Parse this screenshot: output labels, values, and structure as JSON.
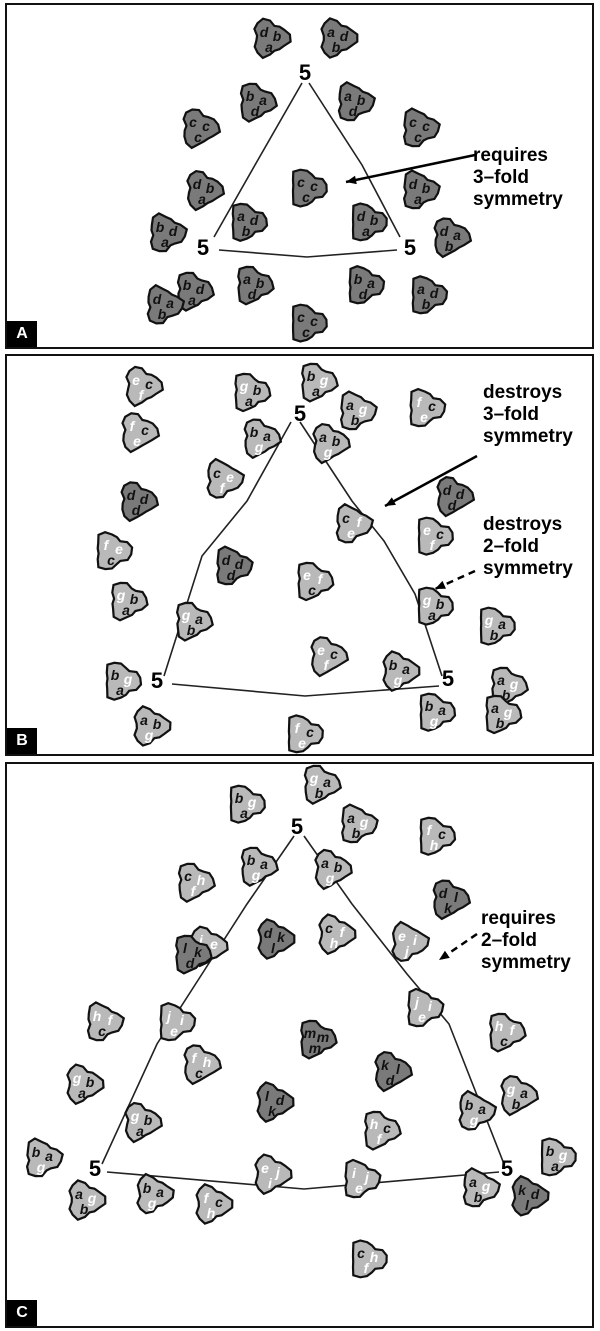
{
  "panels": [
    {
      "letter": "A",
      "annotations": [
        {
          "lines": [
            "requires",
            "3–fold",
            "symmetry"
          ]
        }
      ],
      "axis_label": "5",
      "subunit_colors": {
        "dark": "#7a7a7a",
        "light": "#b9b9b9"
      },
      "trimers": [
        [
          "d",
          "b",
          "a"
        ],
        [
          "a",
          "d",
          "b"
        ],
        [
          "b",
          "a",
          "d"
        ],
        [
          "a",
          "b",
          "d"
        ],
        [
          "c",
          "c",
          "c"
        ],
        [
          "c",
          "c",
          "c"
        ],
        [
          "d",
          "b",
          "a"
        ],
        [
          "c",
          "c",
          "c"
        ],
        [
          "d",
          "b",
          "a"
        ],
        [
          "b",
          "d",
          "a"
        ],
        [
          "a",
          "d",
          "b"
        ],
        [
          "d",
          "b",
          "a"
        ],
        [
          "d",
          "a",
          "b"
        ],
        [
          "b",
          "d",
          "a"
        ],
        [
          "a",
          "b",
          "d"
        ],
        [
          "c",
          "c",
          "c"
        ],
        [
          "b",
          "a",
          "d"
        ],
        [
          "a",
          "d",
          "b"
        ],
        [
          "d",
          "a",
          "b"
        ]
      ]
    },
    {
      "letter": "B",
      "annotations": [
        {
          "lines": [
            "destroys",
            "3–fold",
            "symmetry"
          ]
        },
        {
          "lines": [
            "destroys",
            "2–fold",
            "symmetry"
          ]
        }
      ],
      "axis_label": "5",
      "trimers": [
        [
          "e",
          "c",
          "f"
        ],
        [
          "g",
          "b",
          "a"
        ],
        [
          "b",
          "g",
          "a"
        ],
        [
          "f",
          "c",
          "e"
        ],
        [
          "a",
          "g",
          "b"
        ],
        [
          "f",
          "c",
          "e"
        ],
        [
          "b",
          "a",
          "g"
        ],
        [
          "a",
          "b",
          "g"
        ],
        [
          "c",
          "e",
          "f"
        ],
        [
          "d",
          "d",
          "d"
        ],
        [
          "c",
          "f",
          "e"
        ],
        [
          "d",
          "d",
          "d"
        ],
        [
          "e",
          "c",
          "f"
        ],
        [
          "f",
          "e",
          "c"
        ],
        [
          "d",
          "d",
          "d"
        ],
        [
          "e",
          "f",
          "c"
        ],
        [
          "g",
          "b",
          "a"
        ],
        [
          "g",
          "a",
          "b"
        ],
        [
          "g",
          "b",
          "a"
        ],
        [
          "g",
          "a",
          "b"
        ],
        [
          "e",
          "c",
          "f"
        ],
        [
          "b",
          "a",
          "g"
        ],
        [
          "b",
          "g",
          "a"
        ],
        [
          "a",
          "g",
          "b"
        ],
        [
          "f",
          "c",
          "e"
        ],
        [
          "b",
          "a",
          "g"
        ],
        [
          "a",
          "b",
          "g"
        ],
        [
          "a",
          "g",
          "b"
        ]
      ]
    },
    {
      "letter": "C",
      "annotations": [
        {
          "lines": [
            "requires",
            "2–fold",
            "symmetry"
          ]
        }
      ],
      "axis_label": "5",
      "trimers": [
        [
          "g",
          "a",
          "b"
        ],
        [
          "b",
          "g",
          "a"
        ],
        [
          "a",
          "g",
          "b"
        ],
        [
          "f",
          "c",
          "h"
        ],
        [
          "b",
          "a",
          "g"
        ],
        [
          "a",
          "b",
          "g"
        ],
        [
          "c",
          "h",
          "f"
        ],
        [
          "d",
          "l",
          "k"
        ],
        [
          "i",
          "e",
          "j"
        ],
        [
          "c",
          "f",
          "h"
        ],
        [
          "e",
          "i",
          "j"
        ],
        [
          "d",
          "k",
          "l"
        ],
        [
          "l",
          "k",
          "d"
        ],
        [
          "j",
          "i",
          "e"
        ],
        [
          "j",
          "i",
          "e"
        ],
        [
          "h",
          "f",
          "c"
        ],
        [
          "h",
          "f",
          "c"
        ],
        [
          "m",
          "m",
          "m"
        ],
        [
          "f",
          "h",
          "c"
        ],
        [
          "k",
          "l",
          "d"
        ],
        [
          "g",
          "b",
          "a"
        ],
        [
          "l",
          "d",
          "k"
        ],
        [
          "g",
          "b",
          "a"
        ],
        [
          "g",
          "a",
          "b"
        ],
        [
          "b",
          "a",
          "g"
        ],
        [
          "h",
          "c",
          "f"
        ],
        [
          "b",
          "a",
          "g"
        ],
        [
          "b",
          "g",
          "a"
        ],
        [
          "a",
          "g",
          "b"
        ],
        [
          "f",
          "c",
          "h"
        ],
        [
          "e",
          "j",
          "i"
        ],
        [
          "i",
          "j",
          "e"
        ],
        [
          "b",
          "a",
          "g"
        ],
        [
          "a",
          "g",
          "b"
        ],
        [
          "k",
          "d",
          "l"
        ],
        [
          "c",
          "h",
          "f"
        ]
      ]
    }
  ]
}
